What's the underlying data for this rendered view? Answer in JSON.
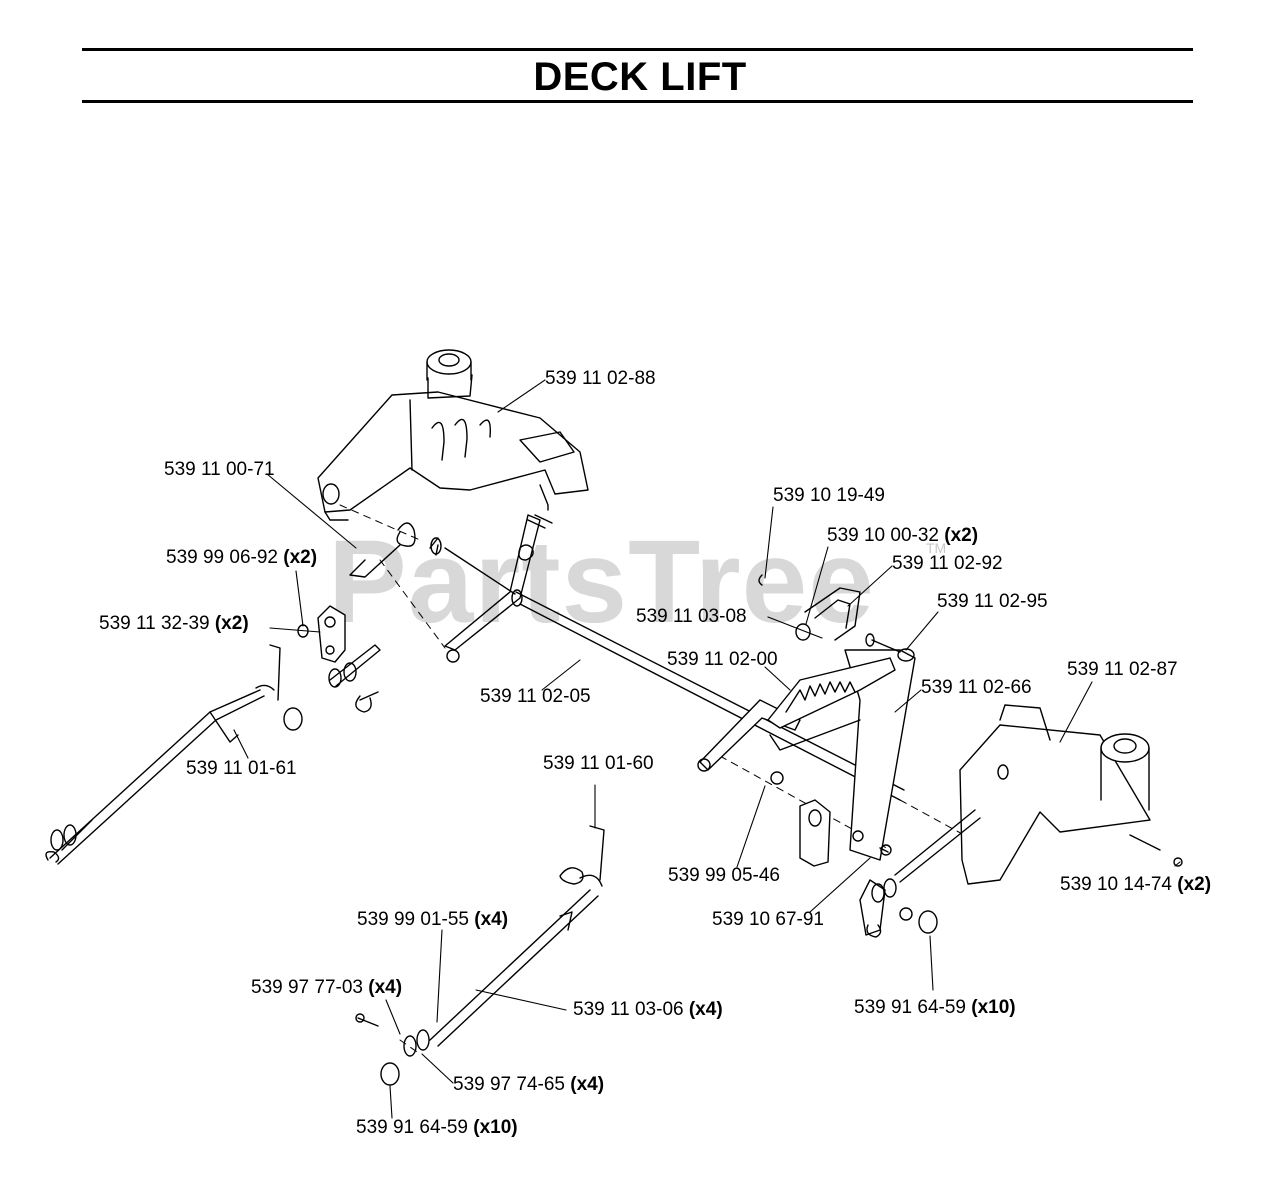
{
  "title": "DECK LIFT",
  "watermark": "PartsTree",
  "watermark_mark": "TM",
  "callouts": [
    {
      "part": "539 11 02-88",
      "qty": ""
    },
    {
      "part": "539 11 00-71",
      "qty": ""
    },
    {
      "part": "539 99 06-92",
      "qty": "(x2)"
    },
    {
      "part": "539 11 32-39",
      "qty": "(x2)"
    },
    {
      "part": "539 11 01-61",
      "qty": ""
    },
    {
      "part": "539 11 02-05",
      "qty": ""
    },
    {
      "part": "539 10 19-49",
      "qty": ""
    },
    {
      "part": "539 10 00-32",
      "qty": "(x2)"
    },
    {
      "part": "539 11 02-92",
      "qty": ""
    },
    {
      "part": "539 11 02-95",
      "qty": ""
    },
    {
      "part": "539 11 03-08",
      "qty": ""
    },
    {
      "part": "539 11 02-00",
      "qty": ""
    },
    {
      "part": "539 11 02-87",
      "qty": ""
    },
    {
      "part": "539 11 02-66",
      "qty": ""
    },
    {
      "part": "539 11 01-60",
      "qty": ""
    },
    {
      "part": "539 99 05-46",
      "qty": ""
    },
    {
      "part": "539 10 67-91",
      "qty": ""
    },
    {
      "part": "539 10 14-74",
      "qty": "(x2)"
    },
    {
      "part": "539 99 01-55",
      "qty": "(x4)"
    },
    {
      "part": "539 97 77-03",
      "qty": "(x4)"
    },
    {
      "part": "539 11 03-06",
      "qty": "(x4)"
    },
    {
      "part": "539 91 64-59",
      "qty": "(x10)"
    },
    {
      "part": "539 97 74-65",
      "qty": "(x4)"
    },
    {
      "part": "539 91 64-59",
      "qty": "(x10)"
    }
  ]
}
